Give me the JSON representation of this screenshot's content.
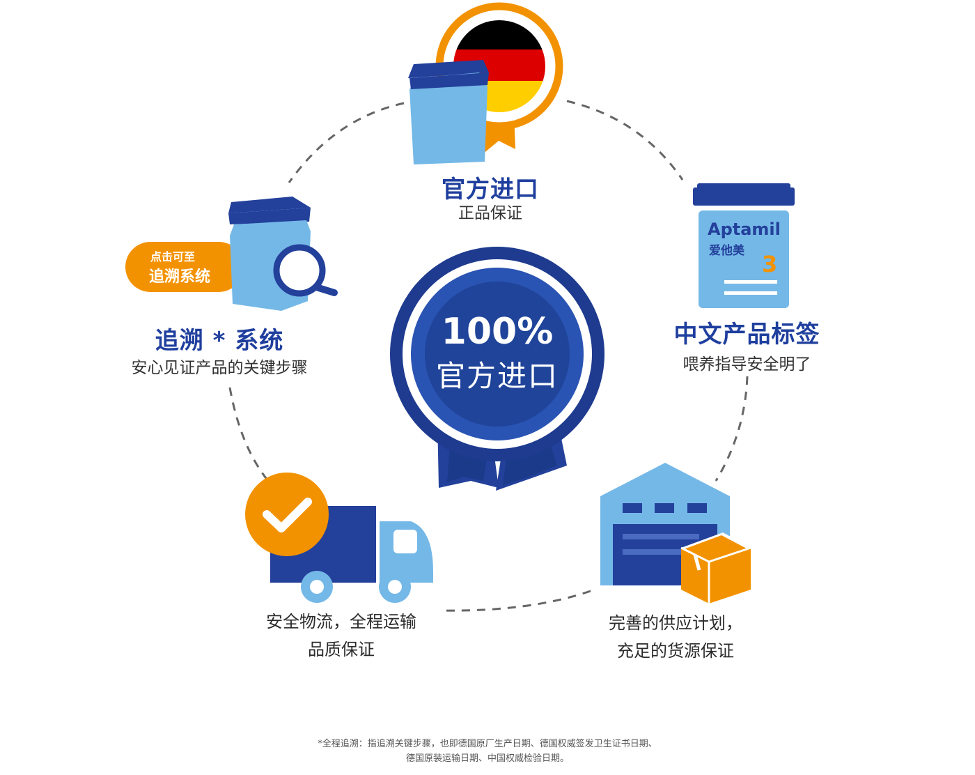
{
  "colors": {
    "blue_dark": "#23409b",
    "blue_light": "#74b8e7",
    "orange": "#f39200",
    "flag_black": "#000000",
    "flag_red": "#dd0000",
    "flag_gold": "#ffce00"
  },
  "badge": {
    "percent": "100%",
    "label": "官方进口"
  },
  "official_import": {
    "title": "官方进口",
    "subtitle": "正品保证",
    "icon": "germany-flag-medal-icon"
  },
  "chinese_label": {
    "title": "中文产品标签",
    "subtitle": "喂养指导安全明了",
    "brand": "Aptamil",
    "brand_cn": "爱他美",
    "stage": "3",
    "icon": "milk-can-label-icon"
  },
  "trace_system": {
    "button_line1": "点击可至",
    "button_line2": "追溯系统",
    "title": "追溯 * 系统",
    "subtitle": "安心见证产品的关键步骤",
    "icon": "magnifier-can-icon"
  },
  "logistics": {
    "line1": "安全物流，全程运输",
    "line2": "品质保证",
    "icon": "delivery-truck-check-icon"
  },
  "supply": {
    "line1": "完善的供应计划，",
    "line2": "充足的货源保证",
    "icon": "warehouse-box-icon"
  },
  "footnote": {
    "line1": "*全程追溯：指追溯关键步骤，也即德国原厂生产日期、德国权威签发卫生证书日期、",
    "line2": "德国原装运输日期、中国权威检验日期。"
  }
}
